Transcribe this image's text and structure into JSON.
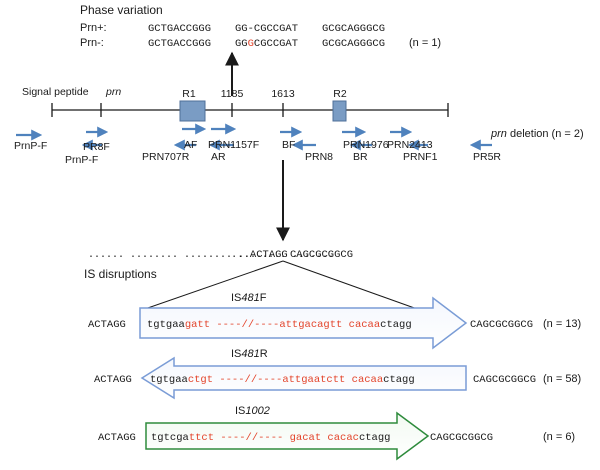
{
  "colors": {
    "black": "#1a1a1a",
    "red": "#e3442b",
    "blue_arrow": "#4f82bd",
    "box_fill": "#7a9cc4",
    "box_stroke": "#4f6f99",
    "is481f_outline": "#7a9cd6",
    "is481r_outline": "#7a9cd6",
    "is1002_outline": "#2e8b3c"
  },
  "phase_variation": {
    "title": "Phase variation",
    "rows": [
      {
        "label": "Prn+:",
        "seq_a": "GCTGACCGGG",
        "seq_b1": "GG-",
        "seq_b_red": "",
        "seq_b2": "CGCCGAT",
        "seq_c": "GCGCAGGGCG",
        "count": ""
      },
      {
        "label": "Prn-:",
        "seq_a": "GCTGACCGGG",
        "seq_b1": "GG",
        "seq_b_red": "G",
        "seq_b2": "CGCCGAT",
        "seq_c": "GCGCAGGGCG",
        "count": "(n = 1)"
      }
    ]
  },
  "gene_map": {
    "signal_peptide": "Signal peptide",
    "prn": "prn",
    "region_labels": [
      "R1",
      "R2"
    ],
    "positions": [
      "1185",
      "1613"
    ]
  },
  "primers": {
    "forward": [
      "PrnP-F",
      "PR8F",
      "AF",
      "PRN1157F",
      "BF",
      "PRN1976",
      "PRN2413"
    ],
    "reverse": [
      "PrnP-F",
      "PRN707R",
      "AR",
      "PRN8",
      "BR",
      "PRNF1",
      "PR5R"
    ],
    "deletion_label_italic": "prn",
    "deletion_label_rest": " deletion (n = 2)"
  },
  "junction": {
    "dots_left": "......  ........  ........  ........  .......",
    "left_seq": "...ACTAGG",
    "right_seq": "CAGCGCGGCG"
  },
  "is_section": {
    "title": "IS disruptions",
    "insertions": [
      {
        "label_prefix": "IS",
        "label_italic": "481",
        "label_suffix": "F",
        "left_flank": "ACTAGG",
        "black1": "tgtgaa",
        "red1": "gatt ----//----attgacagtt cacaa",
        "black2": "ctagg",
        "right_flank": "CAGCGCGGCG",
        "count": "(n = 13)",
        "direction": "right"
      },
      {
        "label_prefix": "IS",
        "label_italic": "481",
        "label_suffix": "R",
        "left_flank": "ACTAGG",
        "black1": "tgtgaa",
        "red1": "ctgt ----//----attgaatctt cacaa",
        "black2": "ctagg",
        "right_flank": "CAGCGCGGCG",
        "count": "(n = 58)",
        "direction": "left"
      },
      {
        "label_prefix": "IS",
        "label_italic": "1002",
        "label_suffix": "",
        "left_flank": "ACTAGG",
        "black1": "tgtcga",
        "red1": "ttct ----//---- gacat cacac",
        "black2": "ctagg",
        "right_flank": "CAGCGCGGCG",
        "count": "(n = 6)",
        "direction": "right"
      }
    ]
  }
}
